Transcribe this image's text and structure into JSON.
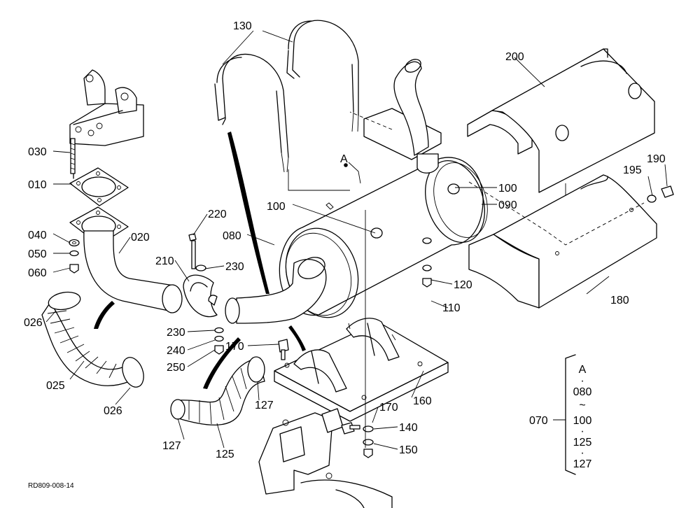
{
  "diagram": {
    "reference_code": "RD809-008-14",
    "labels": {
      "p130": "130",
      "p200": "200",
      "p030": "030",
      "p010": "010",
      "pA": "A",
      "p100a": "100",
      "p100b": "100",
      "p090": "090",
      "p195": "195",
      "p190": "190",
      "p040": "040",
      "p050": "050",
      "p060": "060",
      "p020": "020",
      "p220": "220",
      "p080": "080",
      "p210": "210",
      "p230a": "230",
      "p120": "120",
      "p110": "110",
      "p180": "180",
      "p026a": "026",
      "p230b": "230",
      "p240": "240",
      "p250": "250",
      "p170a": "170",
      "p025": "025",
      "p026b": "026",
      "p160": "160",
      "p127a": "127",
      "p170b": "170",
      "p140": "140",
      "p150": "150",
      "p127b": "127",
      "p125": "125"
    },
    "legend": {
      "label": "070",
      "items": [
        "A",
        "·",
        "080",
        "~",
        "100",
        "·",
        "125",
        "·",
        "127"
      ]
    }
  }
}
